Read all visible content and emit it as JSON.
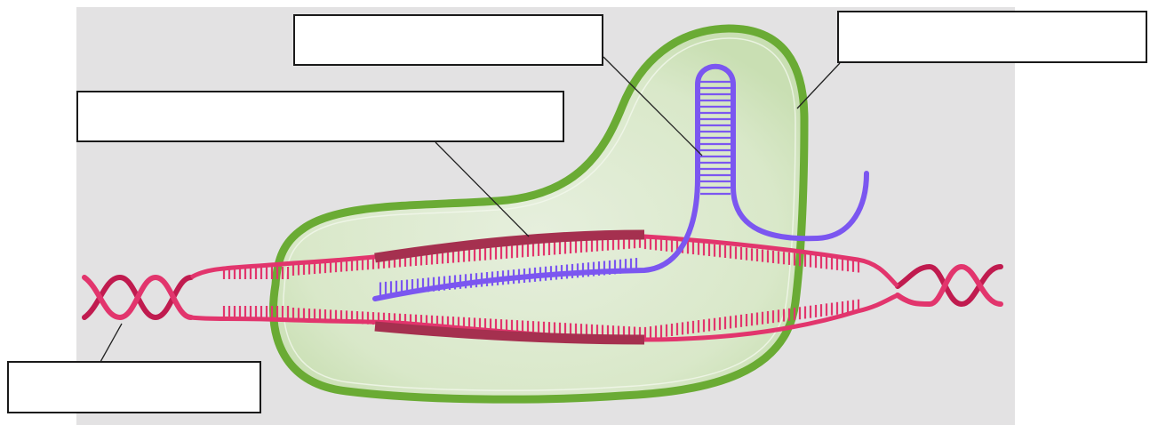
{
  "diagram": {
    "colors": {
      "background_panel": "#e3e2e3",
      "dna_strand": "#e2356d",
      "dna_helix_dark": "#b8184a",
      "template_segment": "#a5304f",
      "rna_strand": "#7b56f0",
      "enzyme_fill": "#dbe9cc",
      "enzyme_border": "#6fae38"
    },
    "labels": [
      {
        "id": "label-hairpin",
        "text": ""
      },
      {
        "id": "label-polymerase",
        "text": ""
      },
      {
        "id": "label-rna-dna-hybrid",
        "text": ""
      },
      {
        "id": "label-dna",
        "text": ""
      }
    ]
  }
}
